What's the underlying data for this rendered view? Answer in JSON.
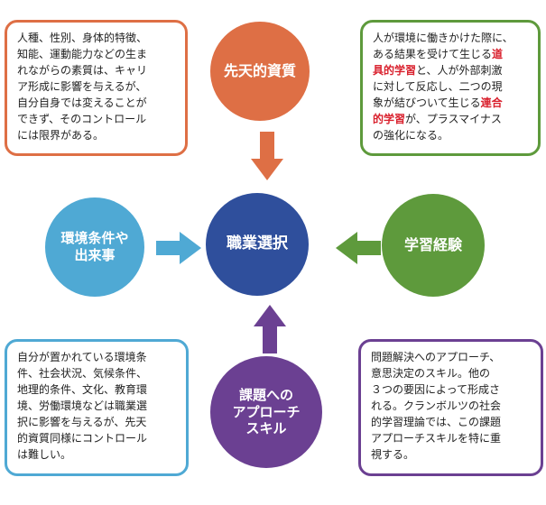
{
  "colors": {
    "orange": "#de6f45",
    "navy": "#2f4f9c",
    "lightblue": "#4fa9d4",
    "green": "#5e9a3c",
    "purple": "#6b4092",
    "highlight": "#d9202d"
  },
  "nodes": {
    "top": "先天的資質",
    "center": "職業選択",
    "left": "環境条件や\n出来事",
    "right": "学習経験",
    "bottom": "課題への\nアプローチ\nスキル"
  },
  "boxes": {
    "top_left": [
      "人種、性別、身体的特徴、",
      "知能、運動能力などの生ま",
      "れながらの素質は、キャリ",
      "ア形成に影響を与えるが、",
      "自分自身では変えることが",
      "できず、そのコントロール",
      "には限界がある。"
    ],
    "top_right": {
      "t1": "人が環境に働きかけた際に、",
      "t2": "ある結果を受けて生じる",
      "h1": "道",
      "h2": "具的学習",
      "t3": "と、人が外部刺激",
      "t4": "に対して反応し、二つの現",
      "t5": "象が結びついて生じる",
      "h3": "連合",
      "h4": "的学習",
      "t6": "が、プラスマイナス",
      "t7": "の強化になる。"
    },
    "bottom_left": [
      "自分が置かれている環境条",
      "件、社会状況、気候条件、",
      "地理的条件、文化、教育環",
      "境、労働環境などは職業選",
      "択に影響を与えるが、先天",
      "的資質同様にコントロール",
      "は難しい。"
    ],
    "bottom_right": [
      "問題解決へのアプローチ、",
      "意思決定のスキル。他の",
      "３つの要因によって形成さ",
      "れる。クランボルツの社会",
      "的学習理論では、この課題",
      "アプローチスキルを特に重",
      "視する。"
    ]
  }
}
